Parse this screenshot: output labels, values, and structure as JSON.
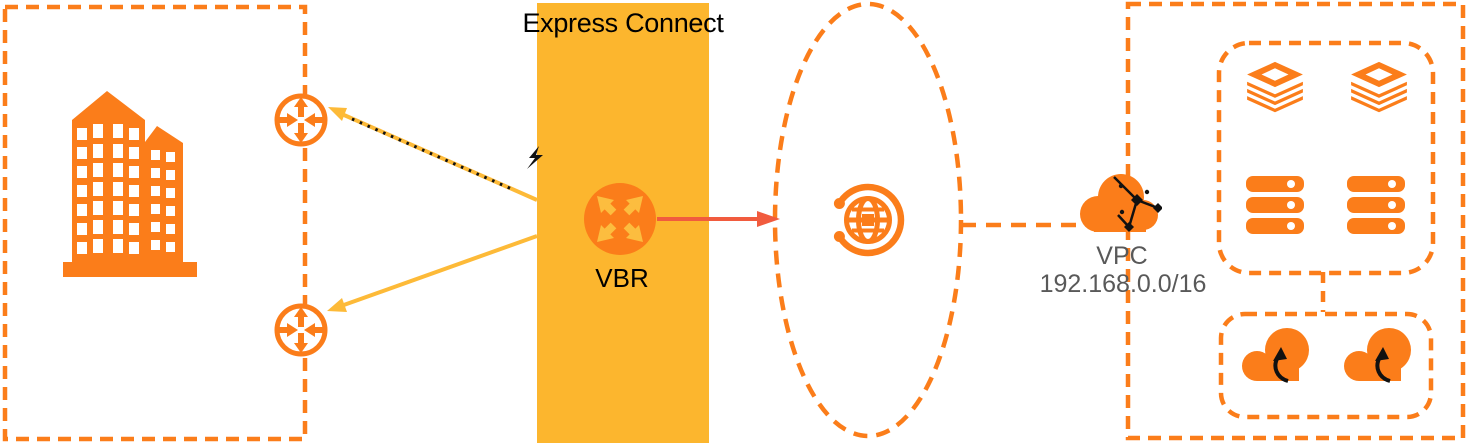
{
  "labels": {
    "express_connect": "Express Connect",
    "vbr": "VBR",
    "vpc": "VPC",
    "vpc_cidr": "192.168.0.0/16"
  },
  "colors": {
    "orange": "#FB7D1A",
    "band_yellow": "#FCB62E",
    "line_yellow": "#FDBA38",
    "salmon_arrow": "#F15B3E",
    "gray_text": "#595959",
    "black": "#000000"
  },
  "icons": {
    "office-building-icon": "two-tower isometric building, orange silhouette with white windows",
    "router-icon": "orange ring with four cross arrows (vertical outward, horizontal inward)",
    "vbr-icon": "orange disc with four yellow diagonal outward arrows",
    "cen-globe-icon": "orange wireframe globe wrapped by circular arrow with dot endpoints",
    "vpc-cloud-icon": "orange cloud with black network-topology overlay",
    "ecs-instance-icon": "isometric stack of four orange plates with diamond hole on top",
    "server-rack-icon": "three orange bars each with indicator dot",
    "cloud-sync-icon": "orange cloud with black curved up arrow",
    "link-break-mark": "small black zigzag at yellow band edge on the dotted link"
  },
  "connections": [
    {
      "from": "vbr",
      "to": "router-top",
      "style": "solid yellow with black dotted overlay",
      "arrowhead": "at router"
    },
    {
      "from": "vbr",
      "to": "router-bottom",
      "style": "solid yellow",
      "arrowhead": "at router"
    },
    {
      "from": "vbr",
      "to": "cen-ellipse",
      "style": "solid salmon",
      "arrowhead": "at ellipse"
    },
    {
      "from": "cen-ellipse",
      "to": "vpc-cloud",
      "style": "dashed orange",
      "arrowhead": "none"
    },
    {
      "from": "ecs-group-box",
      "to": "scaling-group-box",
      "style": "dashed orange",
      "arrowhead": "none"
    }
  ],
  "containers": [
    {
      "name": "on-premises-box",
      "style": "orange dashed rectangle"
    },
    {
      "name": "express-connect-band",
      "style": "solid yellow column"
    },
    {
      "name": "cen-boundary-ellipse",
      "style": "orange dashed ellipse"
    },
    {
      "name": "vpc-region-box",
      "style": "orange dashed rectangle"
    },
    {
      "name": "ecs-group-box",
      "style": "orange dashed rounded rectangle"
    },
    {
      "name": "scaling-group-box",
      "style": "orange dashed rounded rectangle"
    }
  ]
}
